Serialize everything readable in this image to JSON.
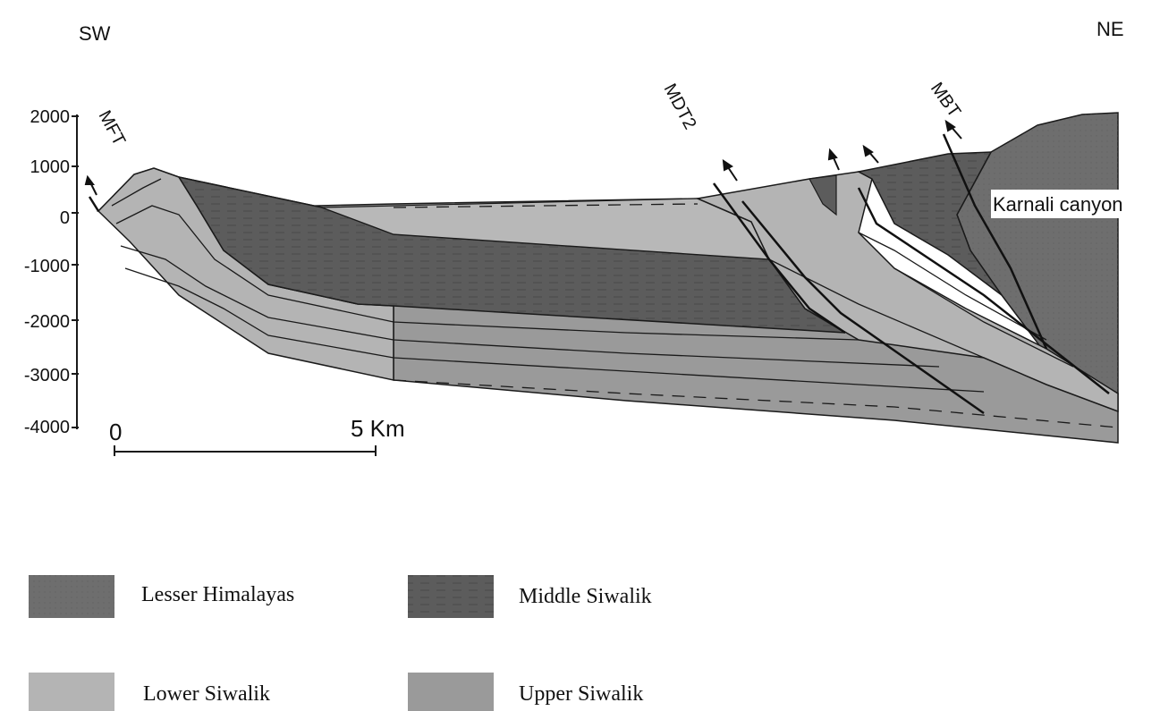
{
  "directions": {
    "left": "SW",
    "right": "NE"
  },
  "faults": [
    "MFT",
    "MDT2",
    "MBT"
  ],
  "place_label": "Karnali canyon",
  "depth_axis": {
    "ticks": [
      "2000",
      "1000",
      "0",
      "-1000",
      "-2000",
      "-3000",
      "-4000"
    ]
  },
  "scale_bar": {
    "start_label": "0",
    "end_label": "5 Km"
  },
  "legend": {
    "items": [
      {
        "label": "Lesser Himalayas",
        "color": "#6e6e6e"
      },
      {
        "label": "Middle Siwalik",
        "color": "#5c5c5c"
      },
      {
        "label": "Lower Siwalik",
        "color": "#b4b4b4"
      },
      {
        "label": "Upper Siwalik",
        "color": "#9a9a9a"
      }
    ]
  },
  "colors": {
    "lesser_himalayas": "#6e6e6e",
    "middle_siwalik": "#5c5c5c",
    "lower_siwalik": "#b4b4b4",
    "upper_siwalik": "#9a9a9a",
    "line": "#1a1a1a"
  }
}
